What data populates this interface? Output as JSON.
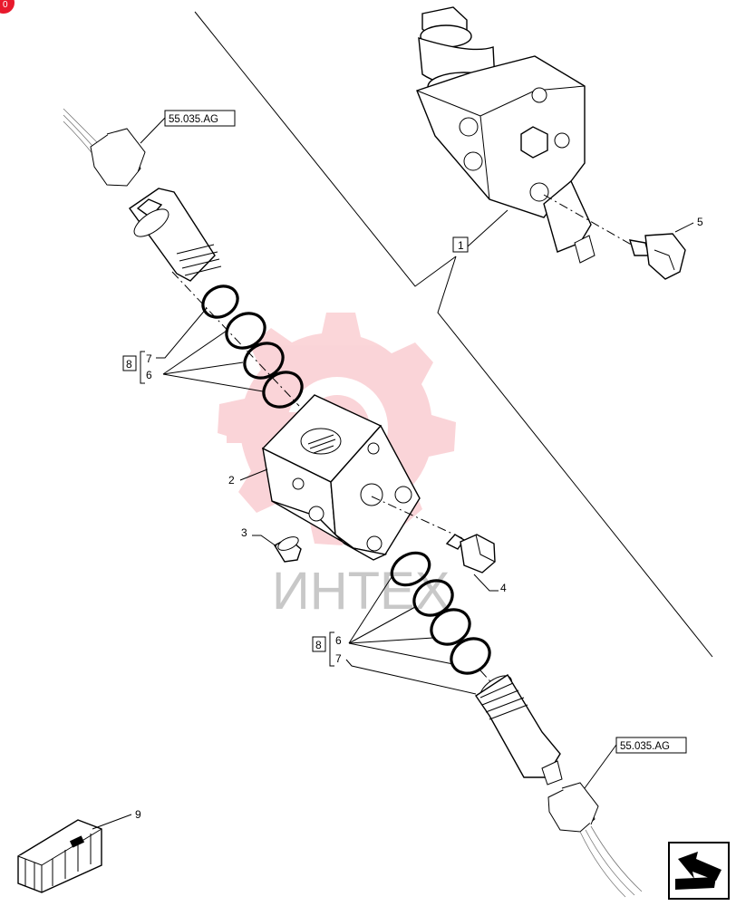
{
  "page_marker": "0",
  "callouts": {
    "ref_top": "55.035.AG",
    "ref_bottom": "55.035.AG",
    "item_1": "1",
    "item_2": "2",
    "item_3": "3",
    "item_4": "4",
    "item_5": "5",
    "item_9": "9",
    "kit_upper_box": "8",
    "kit_upper_a": "7",
    "kit_upper_b": "6",
    "kit_lower_box": "8",
    "kit_lower_a": "6",
    "kit_lower_b": "7"
  },
  "watermark": {
    "text": "ИНТЕХ",
    "color": "#e8192c"
  },
  "colors": {
    "ink": "#000000",
    "marker": "#e8192c"
  },
  "icons": {
    "kit": "crate-icon",
    "navigation": "back-arrow-icon"
  }
}
